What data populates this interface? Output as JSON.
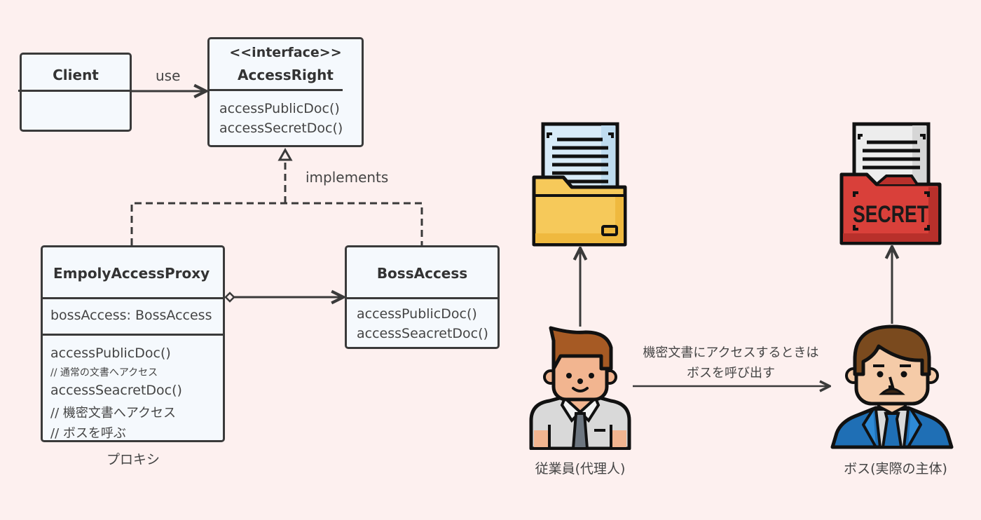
{
  "diagram": {
    "classes": {
      "client": {
        "name": "Client"
      },
      "access_right": {
        "stereotype": "<<interface>>",
        "name": "AccessRight",
        "methods": [
          "accessPublicDoc()",
          "accessSecretDoc()"
        ]
      },
      "proxy": {
        "name": "EmpolyAccessProxy",
        "fields": [
          "bossAccess: BossAccess"
        ],
        "method1": "accessPublicDoc()",
        "comment1": "// 通常の文書へアクセス",
        "method2": "accessSeacretDoc()",
        "comment2": "// 機密文書へアクセス",
        "comment3": "// ボスを呼ぶ",
        "caption": "プロキシ"
      },
      "boss_access": {
        "name": "BossAccess",
        "methods": [
          "accessPublicDoc()",
          "accessSeacretDoc()"
        ]
      }
    },
    "relations": {
      "use_label": "use",
      "implements_label": "implements"
    }
  },
  "illustration": {
    "employee_caption": "従業員(代理人)",
    "boss_caption": "ボス(実際の主体)",
    "call_label_line1": "機密文書にアクセスするときは",
    "call_label_line2": "ボスを呼び出す",
    "secret_stamp": "SECRET",
    "colors": {
      "background": "#fdf0ef",
      "public_folder": "#f6c95a",
      "secret_folder": "#d9403a",
      "employee_hair": "#a65a24",
      "boss_suit": "#1f6fb5"
    }
  }
}
